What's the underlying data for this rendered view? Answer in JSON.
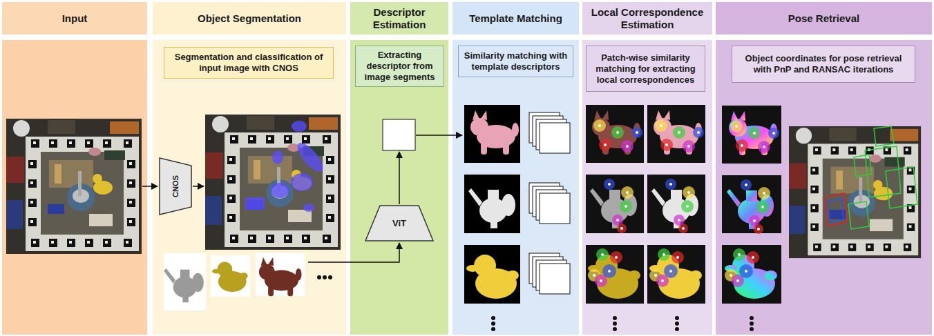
{
  "diagram": {
    "nodes": [
      {
        "text": [
          "Input"
        ]
      },
      {
        "text": [
          "Object Segmentation"
        ]
      },
      {
        "text": [
          "Segmentation and classification of input image with CNOS"
        ],
        "in": 1
      },
      {
        "text": [
          "CNOS"
        ],
        "in": 1
      },
      {
        "text": [
          "Descriptor Estimation"
        ]
      },
      {
        "text": [
          "Extracting descriptor from image segments"
        ],
        "in": 4
      },
      {
        "text": [
          "ViT"
        ],
        "in": 4
      },
      {
        "text": [
          "Template Matching"
        ]
      },
      {
        "text": [
          "Similarity matching with template descriptors"
        ],
        "in": 7
      },
      {
        "text": [
          "Local Correspondence Estimation"
        ]
      },
      {
        "text": [
          "Patch-wise similarity matching for extracting local correspondences"
        ],
        "in": 9
      },
      {
        "text": [
          "Pose Retrieval"
        ]
      },
      {
        "text": [
          "Object coordinates for pose retrieval with PnP and RANSAC iterations"
        ],
        "in": 11
      }
    ]
  }
}
